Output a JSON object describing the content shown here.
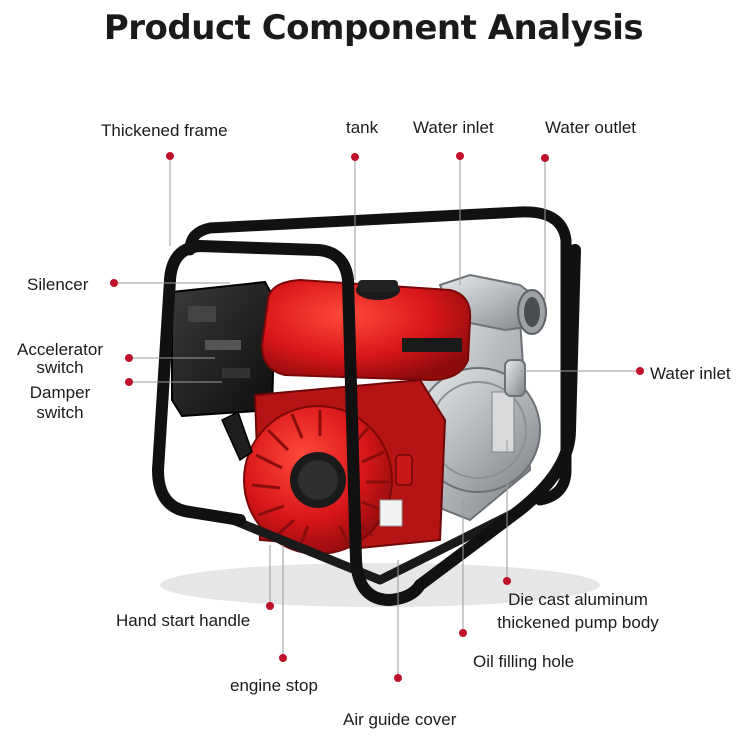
{
  "title": "Product Component Analysis",
  "labels": {
    "thickened_frame": "Thickened frame",
    "tank": "tank",
    "water_inlet_top": "Water inlet",
    "water_outlet": "Water outlet",
    "silencer": "Silencer",
    "accelerator_line1": "Accelerator",
    "accelerator_line2": "switch",
    "damper_line1": "Damper",
    "damper_line2": "switch",
    "water_inlet_right": "Water inlet",
    "die_cast_line1": "Die cast aluminum",
    "die_cast_line2": "thickened pump body",
    "hand_start_handle": "Hand start handle",
    "oil_filling_hole": "Oil filling hole",
    "engine_stop": "engine stop",
    "air_guide_cover": "Air guide cover"
  },
  "colors": {
    "marker": "#c0102a",
    "frame": "#111111",
    "engine_red": "#d81b1b",
    "pump_silver": "#b8bcc0"
  }
}
